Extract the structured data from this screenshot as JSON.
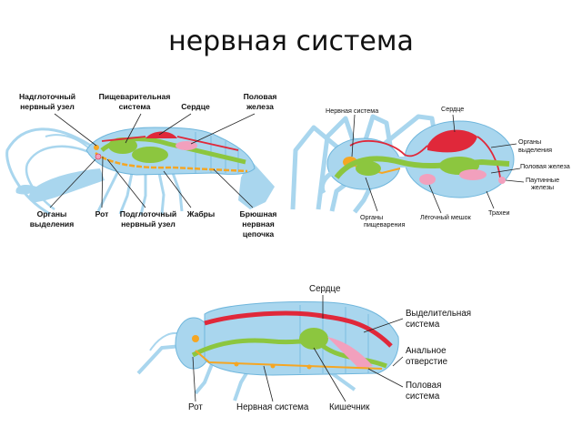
{
  "title": "нервная система",
  "crayfish": {
    "labels": {
      "supra_ganglion_1": "Надглоточный",
      "supra_ganglion_2": "нервный узел",
      "digestive_1": "Пищеварительная",
      "digestive_2": "система",
      "heart": "Сердце",
      "gonad_1": "Половая",
      "gonad_2": "железа",
      "excretory_1": "Органы",
      "excretory_2": "выделения",
      "mouth": "Рот",
      "sub_ganglion_1": "Подглоточный",
      "sub_ganglion_2": "нервный узел",
      "gills": "Жабры",
      "ventral_cord_1": "Брюшная",
      "ventral_cord_2": "нервная",
      "ventral_cord_3": "цепочка"
    }
  },
  "spider": {
    "labels": {
      "nervous_system": "Нервная система",
      "heart": "Сердце",
      "excretory_1": "Органы",
      "excretory_2": "выделения",
      "gonad": "Половая железа",
      "silk_glands_1": "Паутинные",
      "silk_glands_2": "железы",
      "tracheae": "Трахеи",
      "lung_sac": "Лёгочный мешок",
      "digestive_1": "Органы",
      "digestive_2": "пищеварения"
    }
  },
  "insect": {
    "labels": {
      "heart": "Сердце",
      "excretory_1": "Выделительная",
      "excretory_2": "система",
      "anal_1": "Анальное",
      "anal_2": "отверстие",
      "gonad_1": "Половая",
      "gonad_2": "система",
      "mouth": "Рот",
      "nervous_system": "Нервная система",
      "intestine": "Кишечник"
    }
  },
  "colors": {
    "body": "#a9d6ee",
    "body_stroke": "#6fb6dc",
    "circulatory": "#e0283a",
    "digestive": "#8cc63f",
    "nervous": "#f5a623",
    "reproductive": "#f2a0bd"
  }
}
